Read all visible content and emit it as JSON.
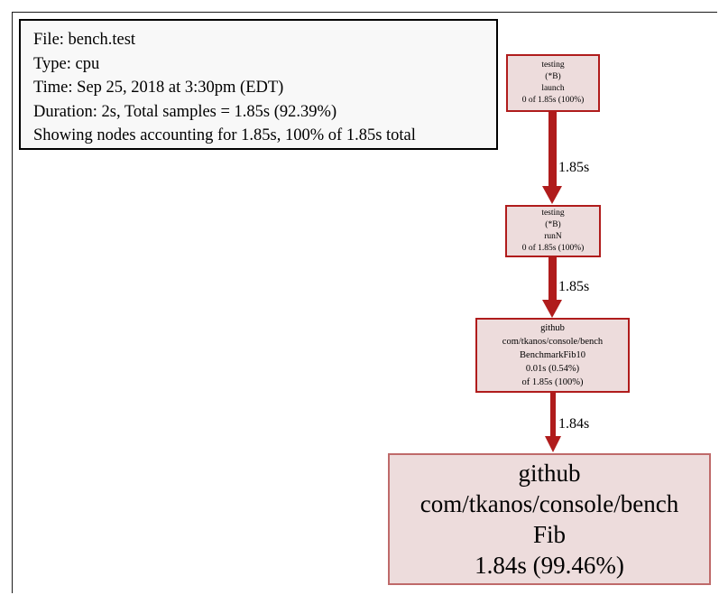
{
  "legend": {
    "lines": [
      "File: bench.test",
      "Type: cpu",
      "Time: Sep 25, 2018 at 3:30pm (EDT)",
      "Duration: 2s, Total samples = 1.85s (92.39%)",
      "Showing nodes accounting for 1.85s, 100% of 1.85s total"
    ],
    "file": "bench.test",
    "type": "cpu",
    "time": "Sep 25, 2018 at 3:30pm (EDT)",
    "duration": "2s",
    "total_samples": "1.85s (92.39%)",
    "showing": "1.85s, 100% of 1.85s total"
  },
  "colors": {
    "node_fill": "#eddcdc",
    "node_border": "#b01c1c",
    "edge": "#b01c1c",
    "legend_fill": "#f8f8f8",
    "legend_border": "#000000",
    "background": "#ffffff"
  },
  "graph": {
    "type": "call-graph",
    "nodes": [
      {
        "id": "launch",
        "lines": [
          "testing",
          "(*B)",
          "launch",
          "0 of 1.85s (100%)"
        ],
        "package": "testing",
        "receiver": "(*B)",
        "function": "launch",
        "self": "0",
        "cumulative": "1.85s",
        "cumulative_pct": "100%"
      },
      {
        "id": "runN",
        "lines": [
          "testing",
          "(*B)",
          "runN",
          "0 of 1.85s (100%)"
        ],
        "package": "testing",
        "receiver": "(*B)",
        "function": "runN",
        "self": "0",
        "cumulative": "1.85s",
        "cumulative_pct": "100%"
      },
      {
        "id": "benchmarkFib10",
        "lines": [
          "github",
          "com/tkanos/console/bench",
          "BenchmarkFib10",
          "0.01s (0.54%)",
          "of 1.85s (100%)"
        ],
        "package": "github",
        "path": "com/tkanos/console/bench",
        "function": "BenchmarkFib10",
        "self": "0.01s (0.54%)",
        "cumulative": "of 1.85s (100%)"
      },
      {
        "id": "fib",
        "lines": [
          "github",
          "com/tkanos/console/bench",
          "Fib",
          "1.84s (99.46%)"
        ],
        "package": "github",
        "path": "com/tkanos/console/bench",
        "function": "Fib",
        "self": "1.84s (99.46%)"
      }
    ],
    "edges": [
      {
        "id": "launch-runN",
        "from": "launch",
        "to": "runN",
        "label": "1.85s",
        "weight": "thick"
      },
      {
        "id": "runN-benchmarkFib10",
        "from": "runN",
        "to": "benchmarkFib10",
        "label": "1.85s",
        "weight": "thick"
      },
      {
        "id": "benchmarkFib10-fib",
        "from": "benchmarkFib10",
        "to": "fib",
        "label": "1.84s",
        "weight": "thin"
      }
    ]
  }
}
